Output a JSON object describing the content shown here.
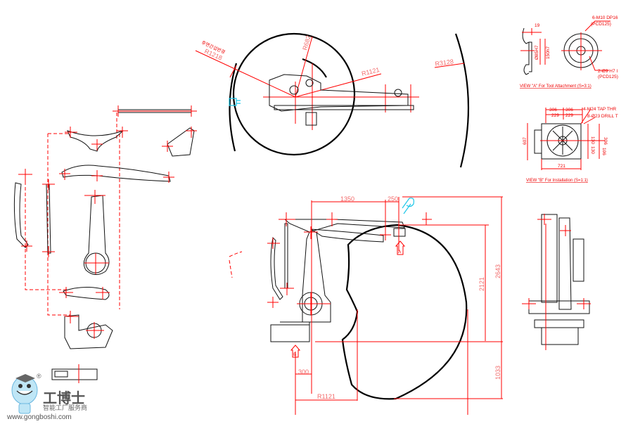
{
  "top_view": {
    "rear_label": "후면간섭반경",
    "r_rear": "R1218",
    "r_small": "R682",
    "r_reach": "R1121",
    "r_outer": "R3128"
  },
  "view_a": {
    "dim_19": "19",
    "dim_bore": "Ø85H7",
    "dim_outer": "150h7",
    "note_tap": "6-M10 DP16",
    "note_tap_pcd": "(PCD125)",
    "note_pin": "2-Ø9 H7 I",
    "note_pin_pcd": "(PCD125)",
    "title": "VIEW \"A\" For Tool Attachment (S=3:1)"
  },
  "view_b": {
    "dim_306_left": "306",
    "dim_306_right": "306",
    "dim_229_left": "229",
    "dim_229_right": "229",
    "note_tap": "4-M24 TAP THR",
    "note_drill": "8-Ø23 DRILL T",
    "dim_607": "607",
    "dim_306_v": "306",
    "dim_130_top": "130",
    "dim_130_bottom": "130",
    "dim_106": "106",
    "dim_721": "721",
    "title": "VIEW \"B\" For Installation (S=1:1)"
  },
  "side_view": {
    "dim_1350": "1350",
    "dim_250": "250",
    "dim_2643": "2643",
    "dim_2121": "2121",
    "dim_1033": "1033",
    "dim_300": "300",
    "r_base": "R1121",
    "marker_a": "A",
    "marker_b": "B"
  },
  "watermark": {
    "brand": "工博士",
    "tagline": "智能工厂服务商",
    "url": "www.gongboshi.com",
    "registered": "®"
  }
}
